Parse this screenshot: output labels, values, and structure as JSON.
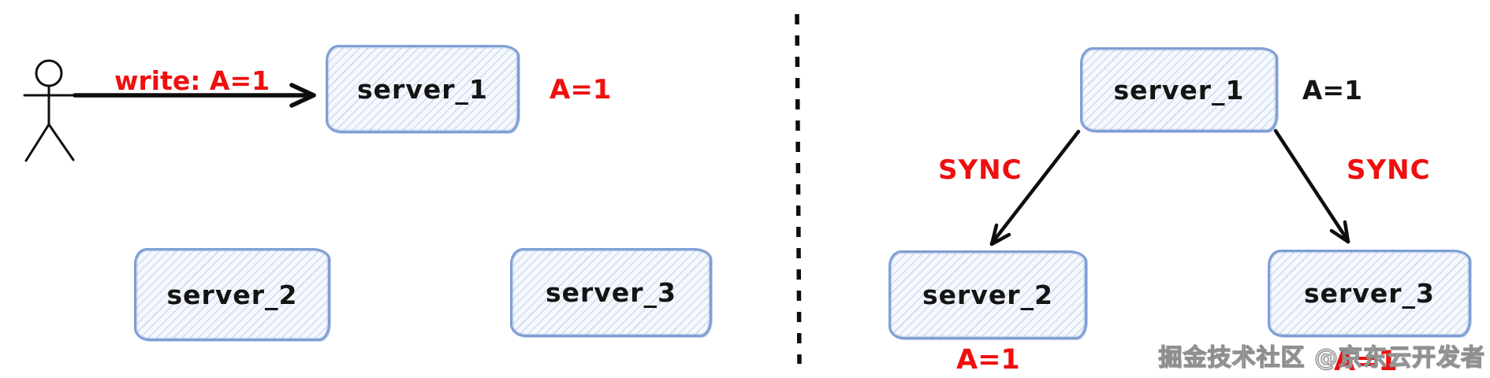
{
  "left_panel": {
    "write_arrow_label": "write: A=1",
    "server_1_label": "server_1",
    "server_1_value": "A=1",
    "server_2_label": "server_2",
    "server_3_label": "server_3"
  },
  "right_panel": {
    "server_1_label": "server_1",
    "server_1_value": "A=1",
    "sync_left_label": "SYNC",
    "sync_right_label": "SYNC",
    "server_2_label": "server_2",
    "server_2_value": "A=1",
    "server_3_label": "server_3",
    "server_3_value": "A=1"
  },
  "watermark": "掘金技术社区 @京东云开发者",
  "icons": {
    "actor": "person-stick-figure",
    "write_arrow": "right-arrow",
    "sync_arrows": "down-diagonal-arrows",
    "divider": "vertical-dashed-line"
  },
  "colors": {
    "red": "#ef0f0f",
    "ink": "#141414",
    "box_border": "#7f9ed4",
    "box_fill": "#f5f8fd",
    "watermark": "#8f8f8f"
  }
}
